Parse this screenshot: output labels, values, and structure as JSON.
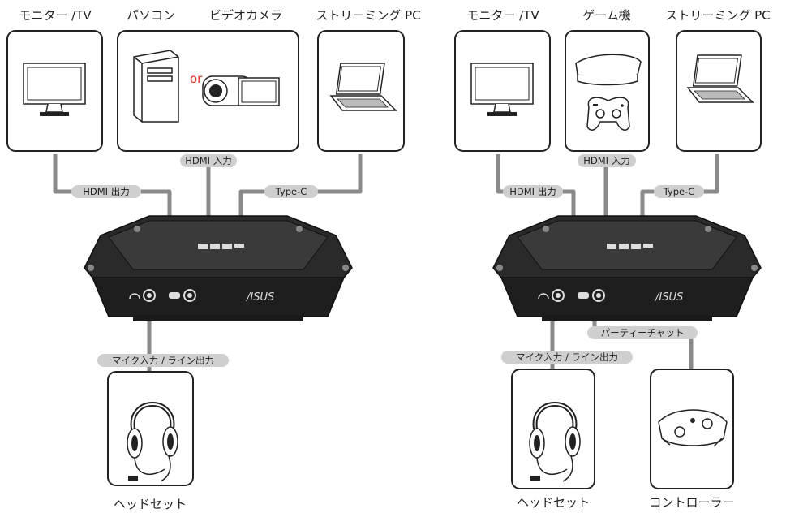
{
  "left": {
    "labels": {
      "monitor": "モニター /TV",
      "pc": "パソコン",
      "video_camera": "ビデオカメラ",
      "streaming_pc": "ストリーミング PC",
      "or": "or",
      "headset": "ヘッドセット"
    },
    "connections": {
      "hdmi_out": "HDMI 出力",
      "hdmi_in": "HDMI 入力",
      "type_c": "Type-C",
      "mic_line": "マイク入力 / ライン出力"
    },
    "device_logo": "/ISUS"
  },
  "right": {
    "labels": {
      "monitor": "モニター /TV",
      "game_console": "ゲーム機",
      "streaming_pc": "ストリーミング PC",
      "headset": "ヘッドセット",
      "controller": "コントローラー"
    },
    "connections": {
      "hdmi_out": "HDMI 出力",
      "hdmi_in": "HDMI 入力",
      "type_c": "Type-C",
      "mic_line": "マイク入力 / ライン出力",
      "party_chat": "パーティーチャット"
    },
    "device_logo": "/ISUS"
  },
  "colors": {
    "wire": "#8a8a8a",
    "pill": "#cfcfcf",
    "or_text": "#e0322a",
    "device": "#2a2a2a"
  }
}
